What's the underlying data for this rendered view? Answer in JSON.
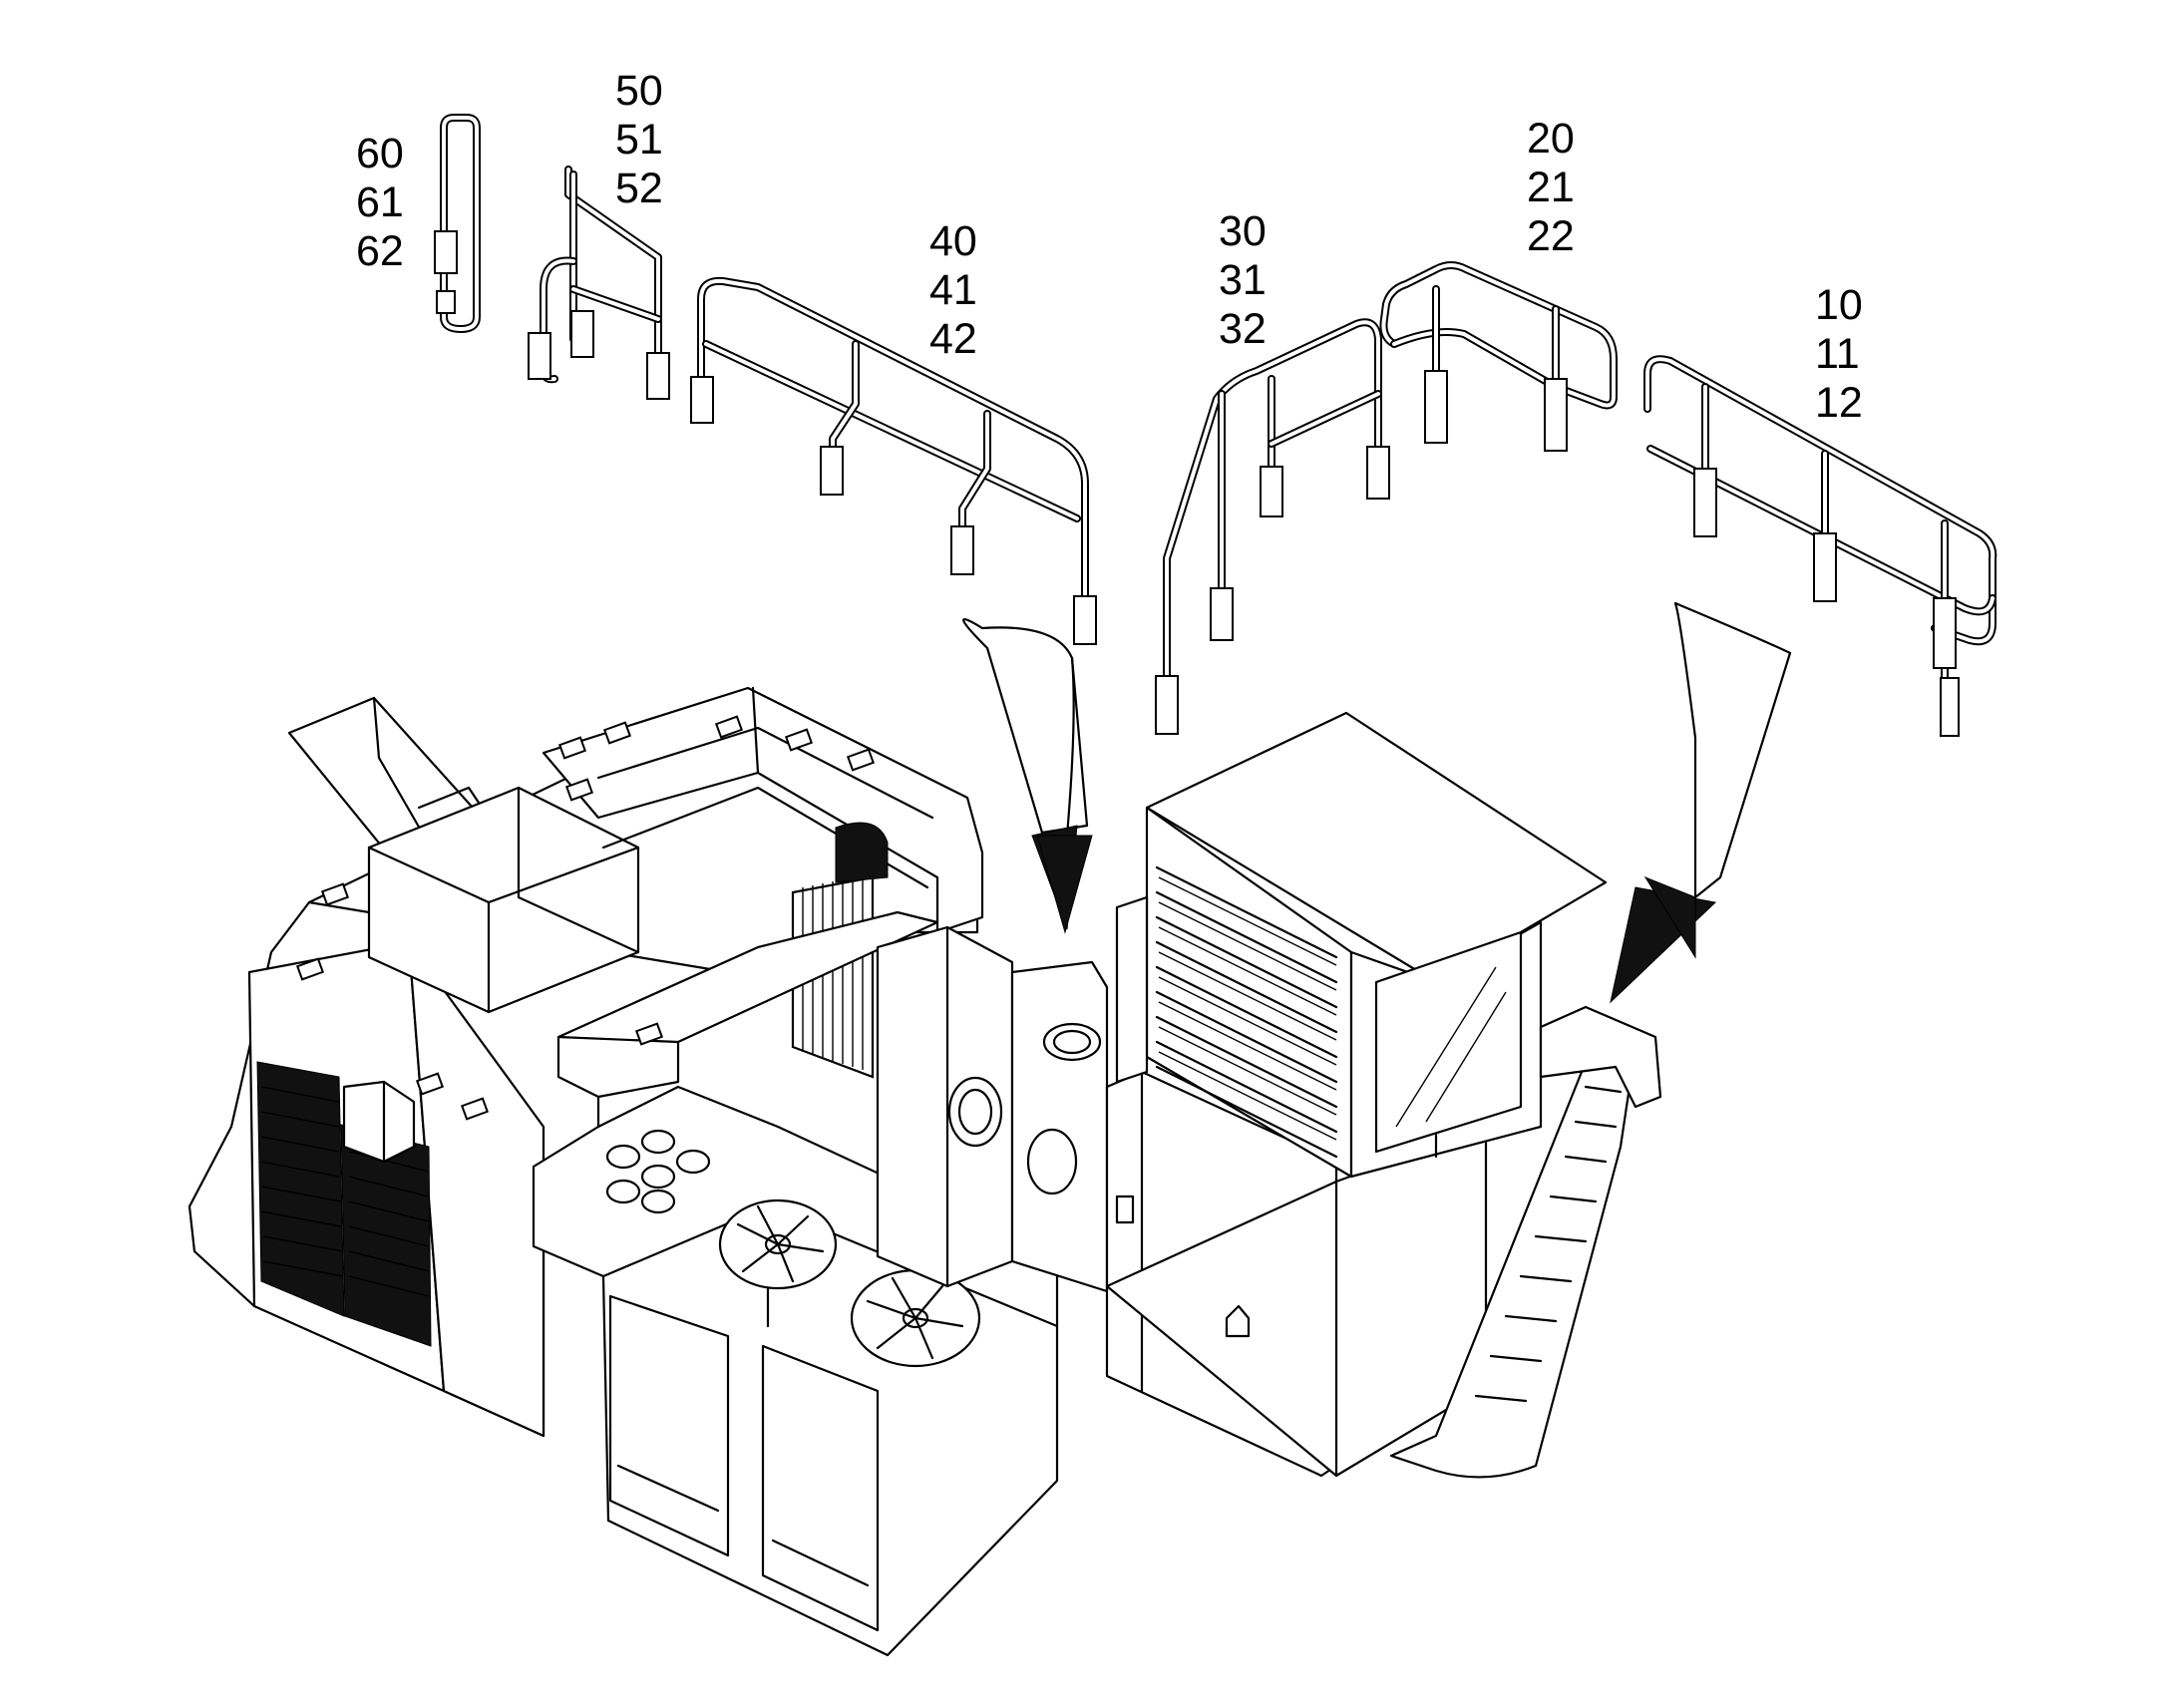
{
  "callouts": [
    {
      "id": "group-60",
      "lines": [
        "60",
        "61",
        "62"
      ]
    },
    {
      "id": "group-50",
      "lines": [
        "50",
        "51",
        "52"
      ]
    },
    {
      "id": "group-40",
      "lines": [
        "40",
        "41",
        "42"
      ]
    },
    {
      "id": "group-30",
      "lines": [
        "30",
        "31",
        "32"
      ]
    },
    {
      "id": "group-20",
      "lines": [
        "20",
        "21",
        "22"
      ]
    },
    {
      "id": "group-10",
      "lines": [
        "10",
        "11",
        "12"
      ]
    }
  ]
}
